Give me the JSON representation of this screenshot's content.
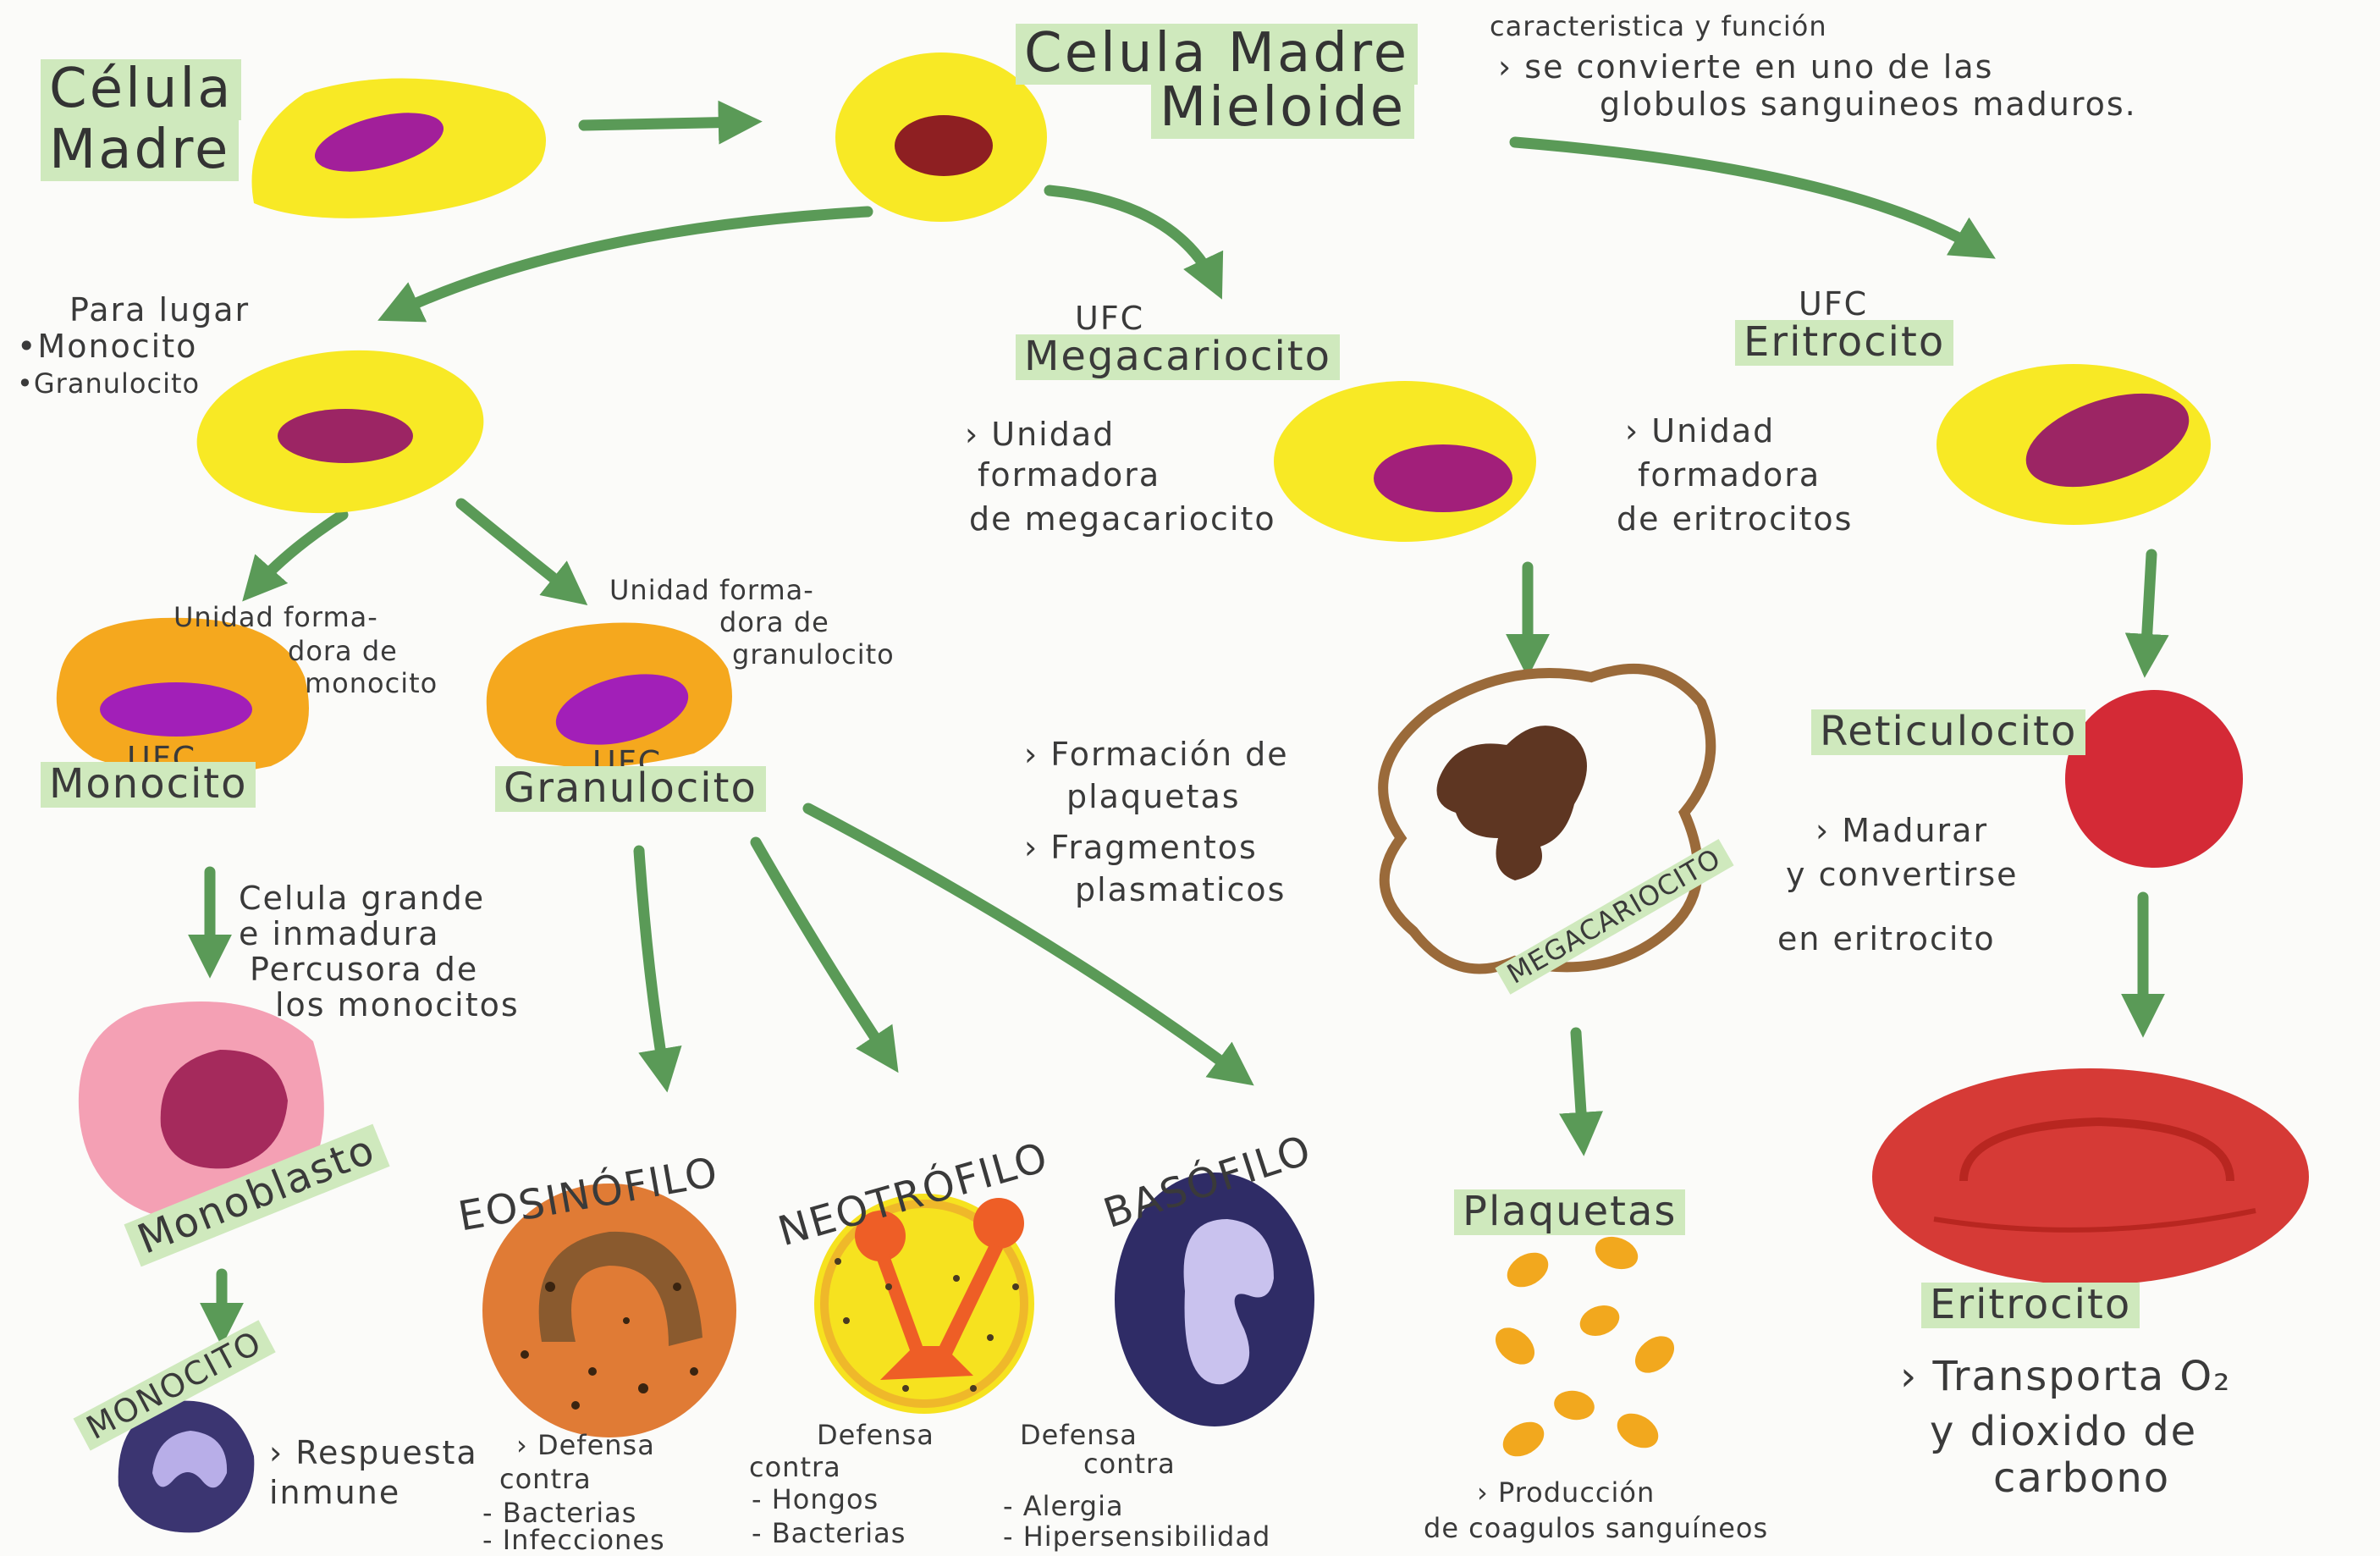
{
  "title": {
    "line1": "Celula Madre",
    "line2": "Mieloide"
  },
  "characteristic": {
    "heading": "caracteristica y función",
    "line1": "› se convierte en uno de las",
    "line2": "globulos sanguineos maduros."
  },
  "nodes": {
    "celula_madre": {
      "label1": "Célula",
      "label2": "Madre"
    },
    "progenitor": {
      "note1": "Para lugar",
      "note2": "•Monocito",
      "note3": "•Granulocito"
    },
    "ufc_megacariocito": {
      "prefix": "UFC",
      "name": "Megacariocito",
      "note1": "› Unidad",
      "note2": "formadora",
      "note3": "de megacariocito"
    },
    "ufc_eritrocito": {
      "prefix": "UFC",
      "name": "Eritrocito",
      "note1": "› Unidad",
      "note2": "formadora",
      "note3": "de eritrocitos"
    },
    "ufc_monocito": {
      "prefix": "UFC",
      "name": "Monocito",
      "note1": "Unidad forma-",
      "note2": "dora de",
      "note3": "monocito"
    },
    "ufc_granulocito": {
      "prefix": "UFC",
      "name": "Granulocito",
      "note1": "Unidad forma-",
      "note2": "dora de",
      "note3": "granulocito"
    },
    "monoblasto": {
      "name": "Monoblasto",
      "note1": "Celula grande",
      "note2": "e inmadura",
      "note3": "Percusora de",
      "note4": "los monocitos"
    },
    "monocito": {
      "name": "MONOCITO",
      "note1": "› Respuesta",
      "note2": "inmune"
    },
    "eosinofilo": {
      "name": "EOSINÓFILO",
      "note1": "› Defensa",
      "note2": "contra",
      "note3": "- Bacterias",
      "note4": "- Infecciones"
    },
    "neutrofilo": {
      "name": "NEOTRÓFILO",
      "note1": "Defensa",
      "note2": "contra",
      "note3": "- Hongos",
      "note4": "- Bacterias"
    },
    "basofilo": {
      "name": "BASÓFILO",
      "note1": "Defensa",
      "note2": "contra",
      "note3": "- Alergia",
      "note4": "- Hipersensibilidad"
    },
    "megacariocito": {
      "name": "MEGACARIOCITO",
      "note1": "› Formación de",
      "note2": "plaquetas",
      "note3": "› Fragmentos",
      "note4": "plasmaticos"
    },
    "plaquetas": {
      "name": "Plaquetas",
      "note1": "› Producción",
      "note2": "de coagulos sanguíneos"
    },
    "reticulocito": {
      "name": "Reticulocito",
      "note1": "› Madurar",
      "note2": "y convertirse",
      "note3": "en eritrocito"
    },
    "eritrocito": {
      "name": "Eritrocito",
      "note1": "› Transporta O₂",
      "note2": "y dioxido de",
      "note3": "carbono"
    }
  },
  "colors": {
    "arrow": "#5a9a57",
    "highlight": "#cfe9bd",
    "cytoplasm_yellow": "#f8e925",
    "cytoplasm_orange": "#f5a81e",
    "nucleus_purple": "#a21f9a",
    "nucleus_magenta": "#9c2564",
    "erythro_red": "#d63a36"
  }
}
